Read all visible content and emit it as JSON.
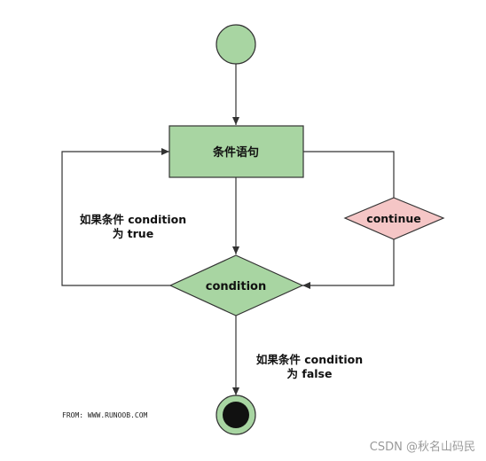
{
  "diagram": {
    "nodes": {
      "start": {
        "shape": "circle",
        "fill": "#a8d5a2",
        "stroke": "#333333"
      },
      "statement": {
        "label": "条件语句",
        "shape": "rect",
        "fill": "#a8d5a2",
        "stroke": "#333333"
      },
      "condition": {
        "label": "condition",
        "shape": "diamond",
        "fill": "#a8d5a2",
        "stroke": "#333333"
      },
      "continue": {
        "label": "continue",
        "shape": "diamond",
        "fill": "#f5c6c6",
        "stroke": "#333333"
      },
      "end": {
        "shape": "end-circle",
        "fill": "#111111",
        "stroke": "#333333"
      }
    },
    "labels": {
      "true_line1": "如果条件 condition",
      "true_line2": "为 true",
      "false_line1": "如果条件 condition",
      "false_line2": "为 false"
    },
    "credit": "FROM: WWW.RUNOOB.COM",
    "watermark": "CSDN @秋名山码民"
  }
}
